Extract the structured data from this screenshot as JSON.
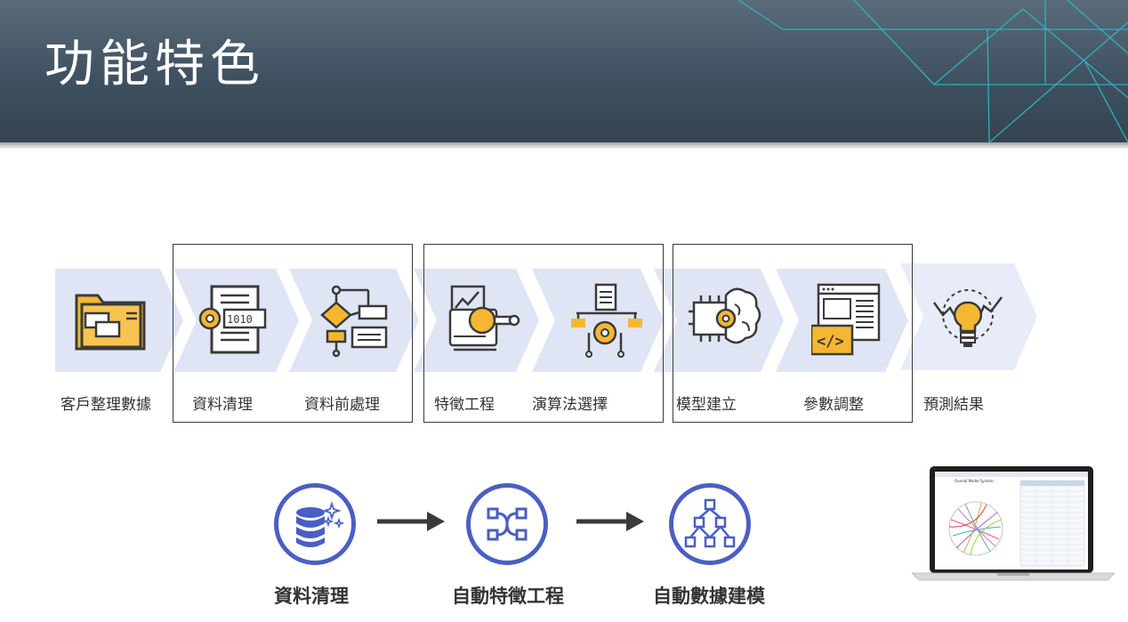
{
  "header": {
    "title": "功能特色"
  },
  "steps": [
    {
      "label": "客戶整理數據",
      "icon": "folder-icon"
    },
    {
      "label": "資料清理",
      "icon": "binary-document-gear-icon"
    },
    {
      "label": "資料前處理",
      "icon": "flowchart-icon"
    },
    {
      "label": "特徵工程",
      "icon": "machine-magnifier-icon"
    },
    {
      "label": "演算法選擇",
      "icon": "algorithm-document-gear-icon"
    },
    {
      "label": "模型建立",
      "icon": "chip-brain-icon"
    },
    {
      "label": "參數調整",
      "icon": "code-window-icon"
    },
    {
      "label": "預測結果",
      "icon": "lightbulb-icon"
    }
  ],
  "bottom": [
    {
      "label": "資料清理",
      "icon": "database-sparkle-icon"
    },
    {
      "label": "自動特徵工程",
      "icon": "node-merge-icon"
    },
    {
      "label": "自動數據建模",
      "icon": "tree-hierarchy-icon"
    }
  ],
  "laptop": {
    "screen_title": "Overall Model System"
  },
  "colors": {
    "accent": "#f5b731",
    "chevron": "#dfe5f5",
    "circle": "#4a5fc3",
    "header": "#3f5160",
    "teal": "#2bb3c0"
  }
}
